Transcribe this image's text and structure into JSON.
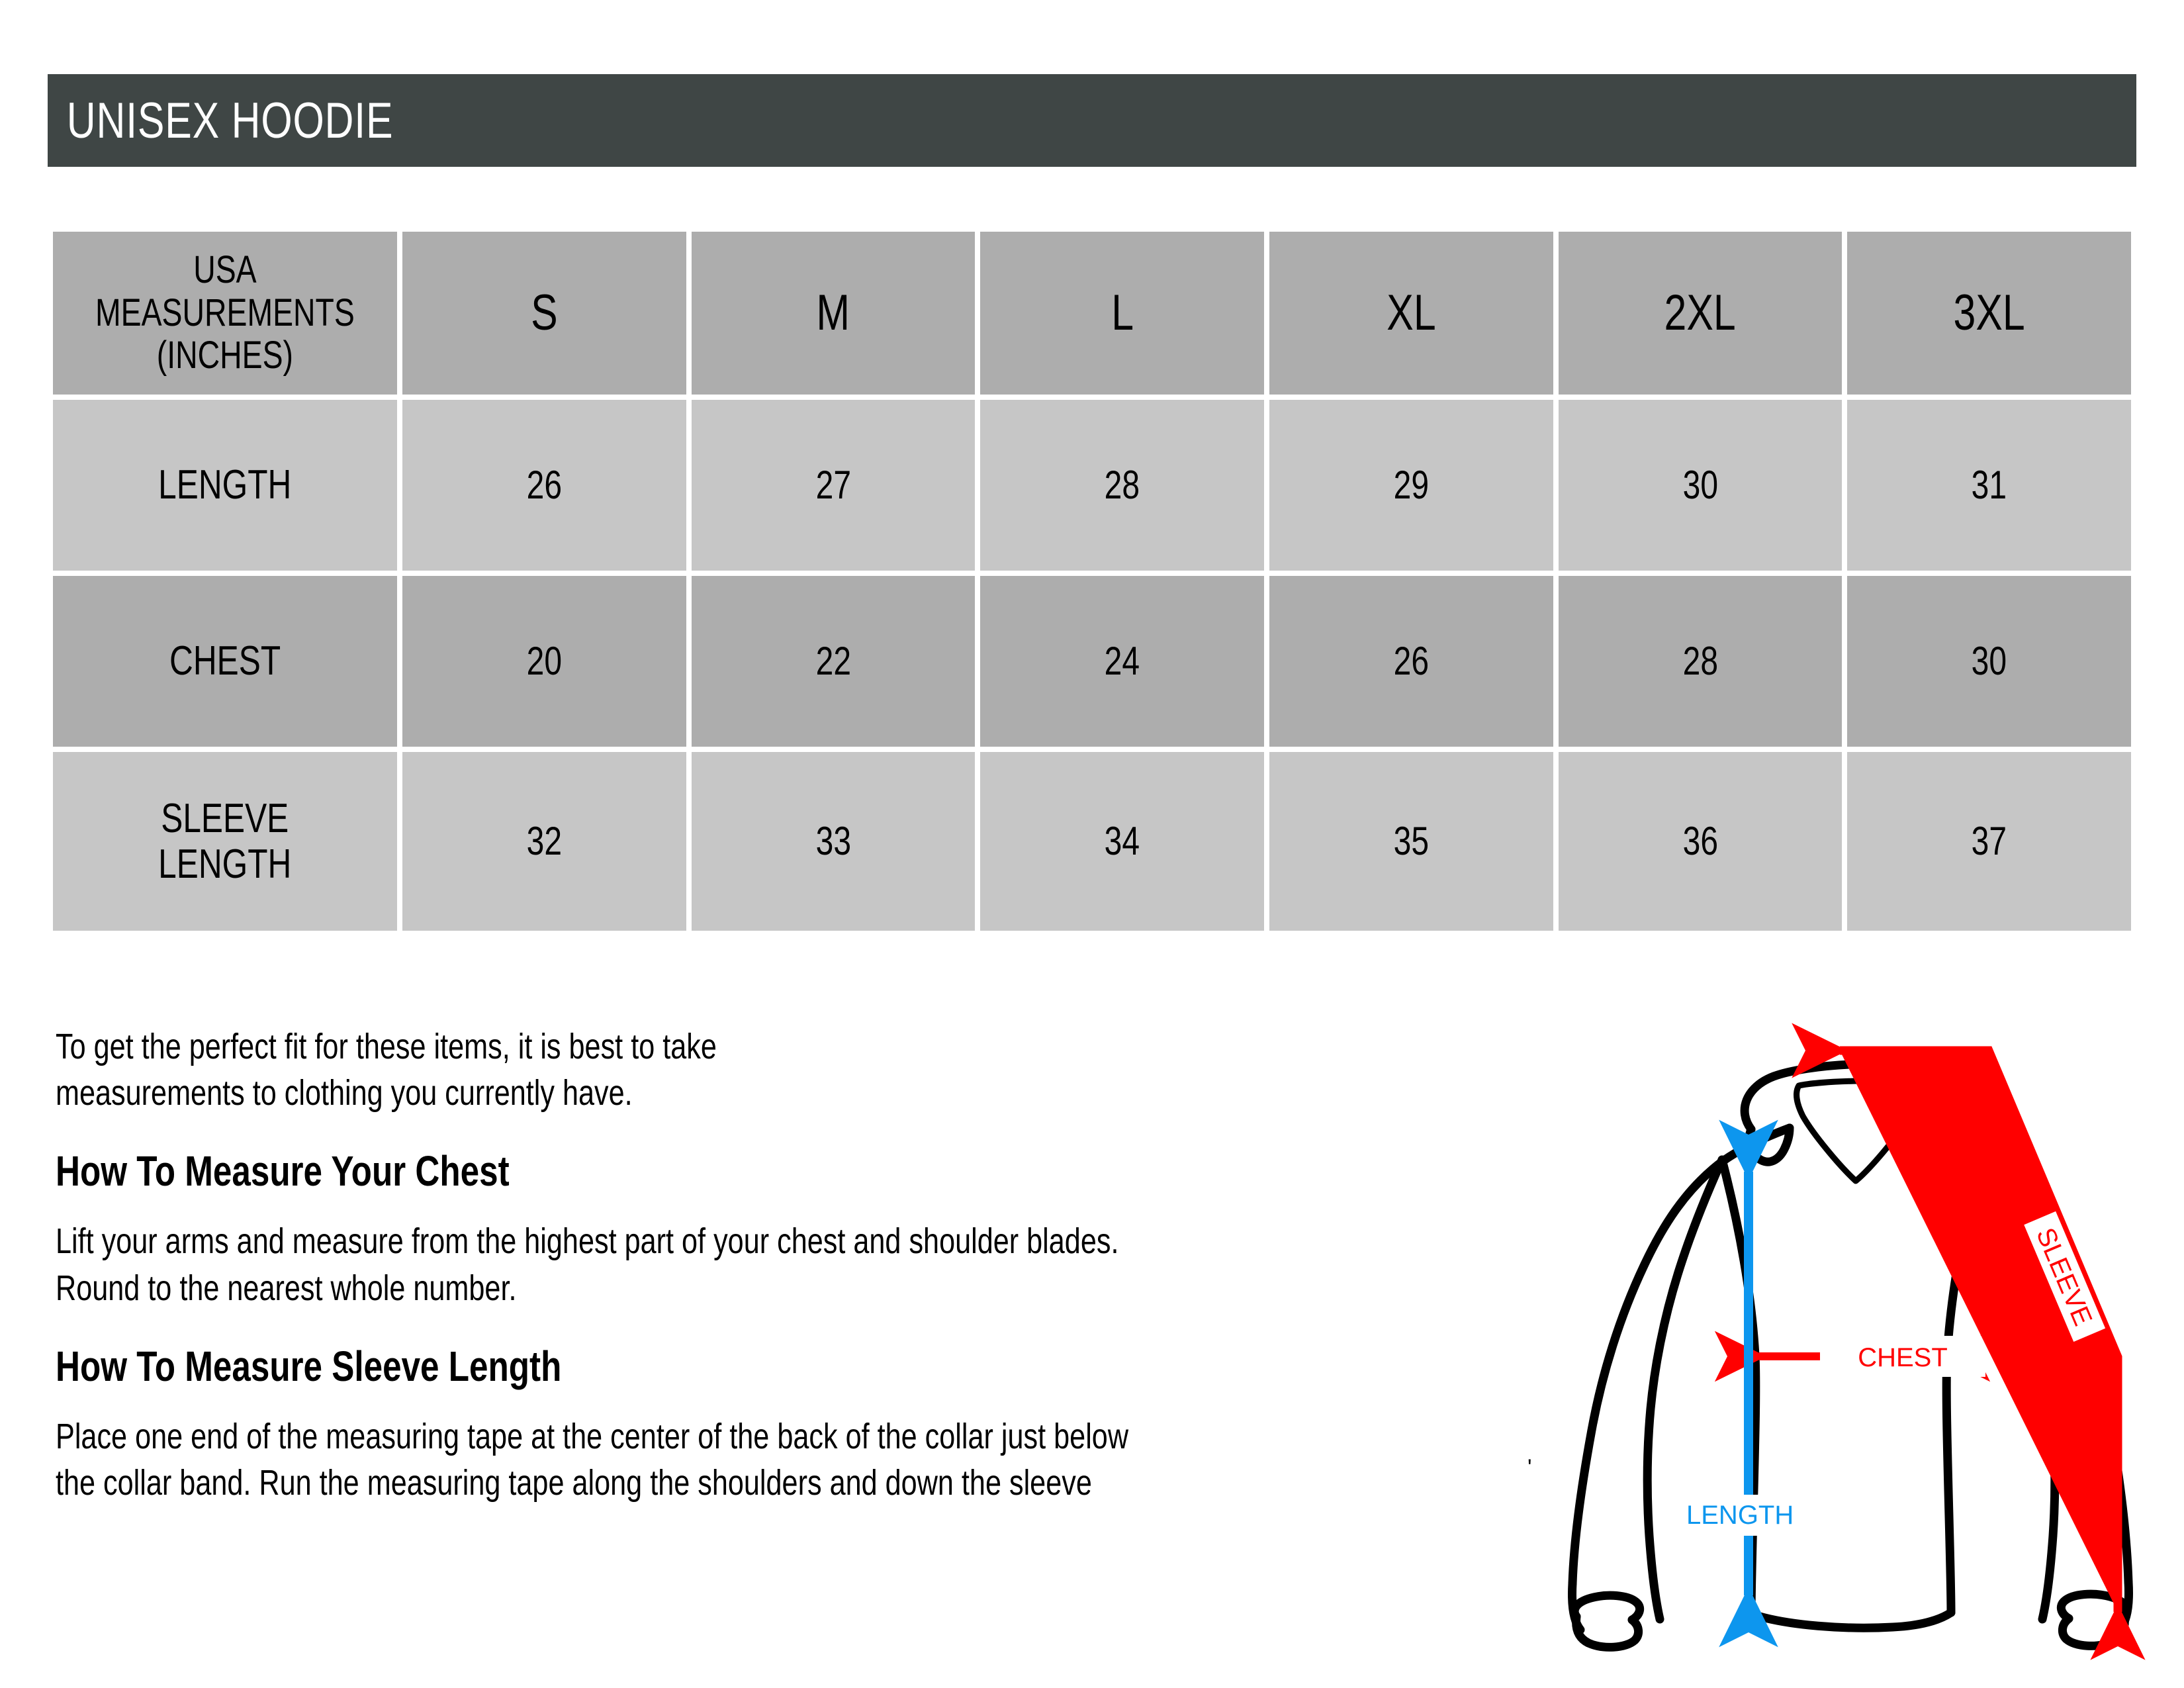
{
  "header": {
    "title": "UNISEX HOODIE",
    "bar_color": "#3f4645",
    "text_color": "#ffffff"
  },
  "table": {
    "row_dark_color": "#adadad",
    "row_light_color": "#c6c6c6",
    "corner_label": "USA\nMEASUREMENTS\n(INCHES)",
    "columns": [
      "S",
      "M",
      "L",
      "XL",
      "2XL",
      "3XL"
    ],
    "rows": [
      {
        "label": "LENGTH",
        "values": [
          "26",
          "27",
          "28",
          "29",
          "30",
          "31"
        ]
      },
      {
        "label": "CHEST",
        "values": [
          "20",
          "22",
          "24",
          "26",
          "28",
          "30"
        ]
      },
      {
        "label": "SLEEVE\nLENGTH",
        "values": [
          "32",
          "33",
          "34",
          "35",
          "36",
          "37"
        ]
      }
    ]
  },
  "copy": {
    "intro": "To get the perfect fit for these items, it is best to take\nmeasurements to clothing you currently have.",
    "chest_heading": "How To Measure Your Chest",
    "chest_body": "Lift your arms and measure from the highest part of your chest and shoulder blades.\nRound to the nearest whole number.",
    "sleeve_heading": "How To Measure Sleeve Length",
    "sleeve_body": "Place one end of the measuring tape at the center of the back of the collar just below\nthe collar band. Run the measuring tape along the shoulders and down the sleeve",
    "stray_mark": "'"
  },
  "diagram": {
    "length_label": "LENGTH",
    "chest_label": "CHEST",
    "sleeve_label": "SLEEVE",
    "length_color": "#0d96ee",
    "chest_color": "#ff0000",
    "sleeve_color": "#ff0000",
    "outline_color": "#000000"
  }
}
